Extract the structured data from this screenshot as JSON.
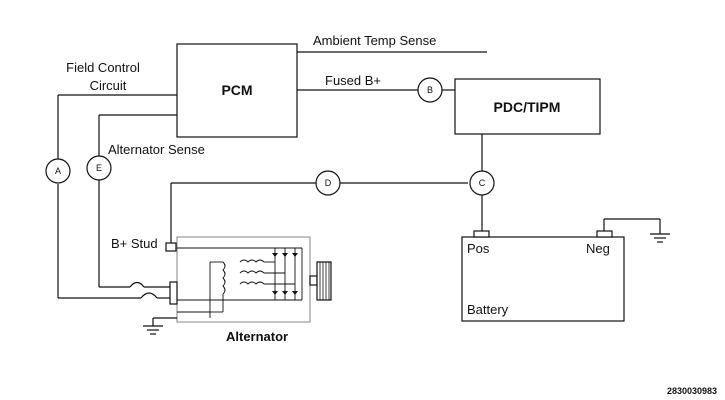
{
  "labels": {
    "pcm": "PCM",
    "pdc_tipm": "PDC/TIPM",
    "ambient_temp_sense": "Ambient Temp Sense",
    "fused_b_plus": "Fused B+",
    "field_control_line1": "Field Control",
    "field_control_line2": "Circuit",
    "alternator_sense": "Alternator Sense",
    "b_plus_stud": "B+ Stud",
    "alternator": "Alternator",
    "pos": "Pos",
    "neg": "Neg",
    "battery": "Battery",
    "figure_id": "2830030983"
  },
  "markers": {
    "a": "A",
    "b": "B",
    "c": "C",
    "d": "D",
    "e": "E"
  }
}
